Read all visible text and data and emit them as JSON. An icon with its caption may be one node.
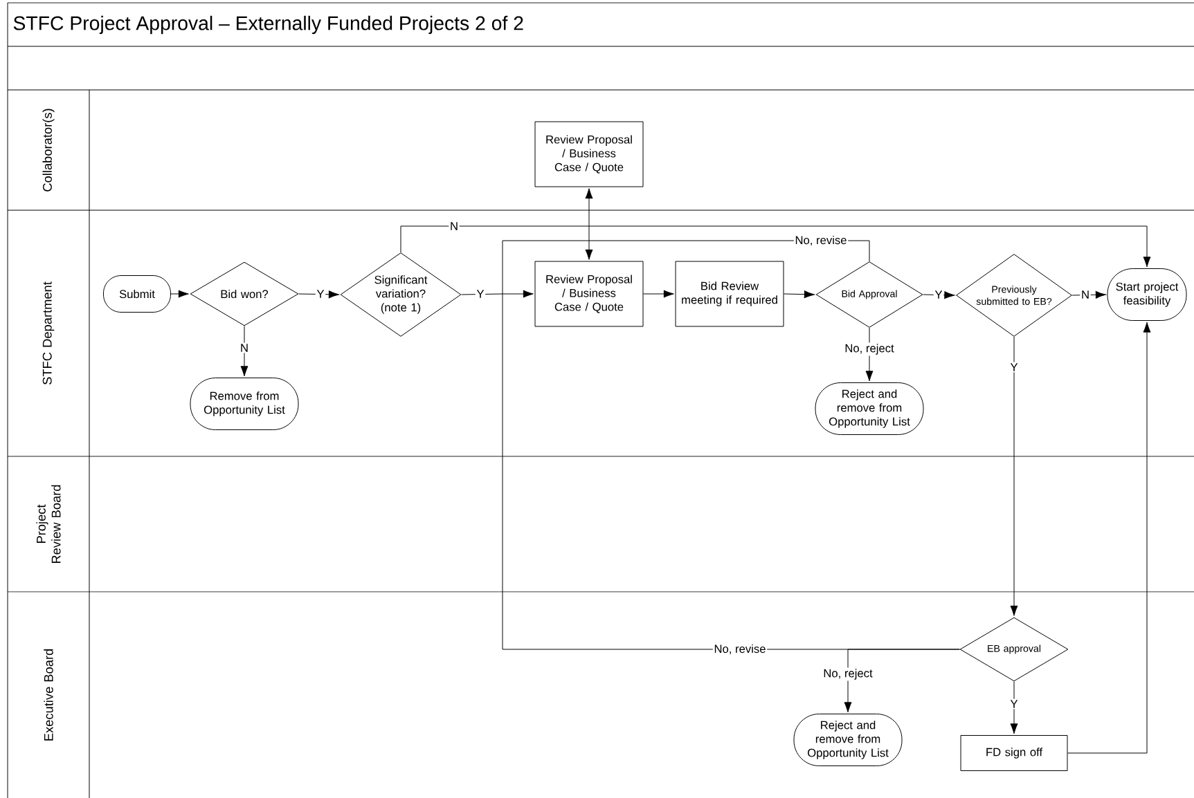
{
  "diagram": {
    "title": "STFC Project Approval – Externally Funded Projects 2 of 2",
    "nodes": [
      {
        "text": [
          "Review Proposal / Business Case / Quote"
        ]
      },
      {
        "text": [
          "Submit"
        ]
      },
      {
        "text": [
          "Bid won?"
        ]
      },
      {
        "text": [
          "Remove from Opportunity List"
        ]
      },
      {
        "text": [
          "Significant variation? (note 1)"
        ]
      },
      {
        "text": [
          "Review Proposal / Business Case / Quote"
        ]
      },
      {
        "text": [
          "Bid Review meeting if required"
        ]
      },
      {
        "text": [
          "Bid Approval"
        ]
      },
      {
        "text": [
          "Reject and remove from Opportunity List"
        ]
      },
      {
        "text": [
          "Previously submitted to EB?"
        ]
      },
      {
        "text": [
          "Start project feasibility"
        ]
      },
      {
        "text": [
          "EB approval"
        ]
      },
      {
        "text": [
          "Reject and remove from Opportunity List"
        ]
      },
      {
        "text": [
          "FD sign off"
        ]
      }
    ],
    "edges": [
      {
        "from": 1,
        "to": 2,
        "arrow": "to"
      },
      {
        "from": 2,
        "to": 4,
        "arrow": "to",
        "label": "Y"
      },
      {
        "from": 2,
        "to": 3,
        "arrow": "to",
        "label": "N"
      },
      {
        "from": 4,
        "to": 10,
        "arrow": "to",
        "label": "N"
      },
      {
        "from": 4,
        "to": 5,
        "arrow": "to",
        "label": "Y"
      },
      {
        "from": 0,
        "to": 5,
        "arrow": "both"
      },
      {
        "from": 5,
        "to": 6,
        "arrow": "to"
      },
      {
        "from": 6,
        "to": 7,
        "arrow": "to"
      },
      {
        "from": 7,
        "to": 8,
        "arrow": "to",
        "label": "No, reject"
      },
      {
        "from": 7,
        "to": 5,
        "arrow": "to",
        "label": "No, revise"
      },
      {
        "from": 7,
        "to": 9,
        "arrow": "to",
        "label": "Y"
      },
      {
        "from": 9,
        "to": 10,
        "arrow": "to",
        "label": "N"
      },
      {
        "from": 9,
        "to": 11,
        "arrow": "to",
        "label": "Y"
      },
      {
        "from": 11,
        "to": 5,
        "arrow": "to",
        "label": "No, revise"
      },
      {
        "from": 11,
        "to": 12,
        "arrow": "to",
        "label": "No, reject"
      },
      {
        "from": 11,
        "to": 13,
        "arrow": "to",
        "label": "Y"
      },
      {
        "from": 13,
        "to": 10,
        "arrow": "to"
      }
    ],
    "labels": [
      "Collaborator(s)",
      "STFC Department",
      "Project Review Board",
      "Executive Board"
    ]
  }
}
